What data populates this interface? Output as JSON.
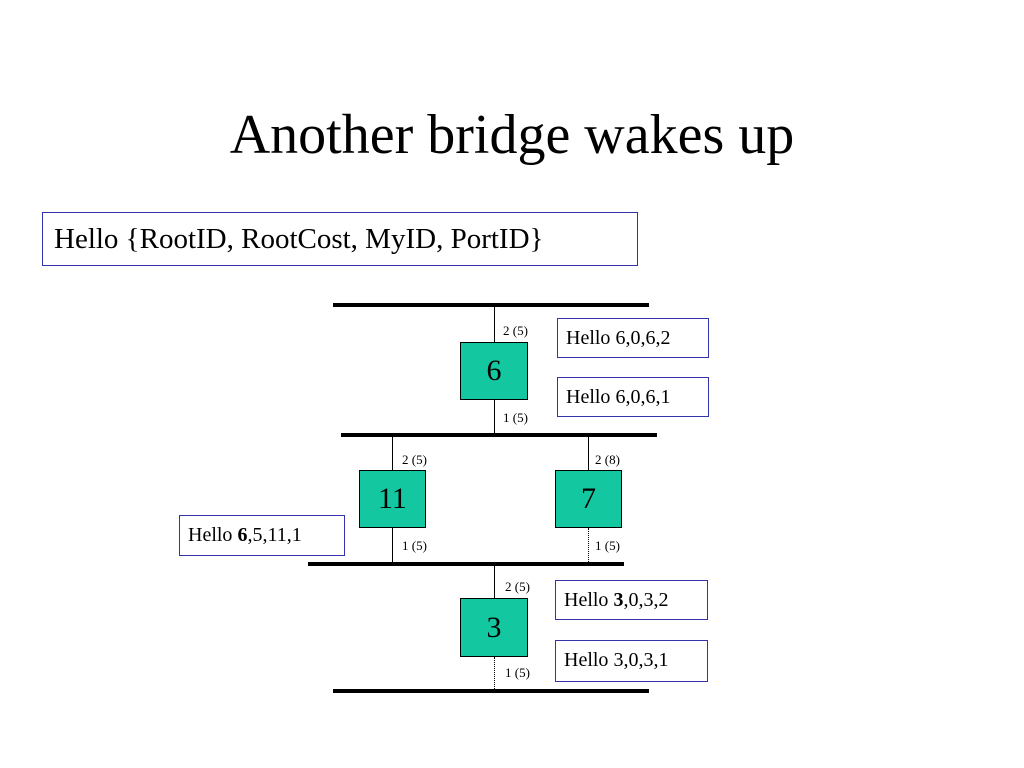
{
  "title": "Another bridge wakes up",
  "legend": "Hello {RootID, RootCost, MyID, PortID}",
  "colors": {
    "bridge_fill": "#13c8a0",
    "box_border": "#3333aa"
  },
  "bridges": [
    {
      "id": "6",
      "ports": {
        "top": "2 (5)",
        "bottom": "1 (5)"
      }
    },
    {
      "id": "11",
      "ports": {
        "top": "2 (5)",
        "bottom": "1 (5)"
      }
    },
    {
      "id": "7",
      "ports": {
        "top": "2 (8)",
        "bottom": "1 (5)"
      }
    },
    {
      "id": "3",
      "ports": {
        "top": "2 (5)",
        "bottom": "1 (5)"
      }
    }
  ],
  "messages": {
    "b6_p2": {
      "prefix": "Hello ",
      "bold": "",
      "rest": "6,0,6,2"
    },
    "b6_p1": {
      "prefix": "Hello ",
      "bold": "",
      "rest": "6,0,6,1"
    },
    "b11_p1": {
      "prefix": "Hello ",
      "bold": "6",
      "rest": ",5,11,1"
    },
    "b3_p2": {
      "prefix": "Hello ",
      "bold": "3",
      "rest": ",0,3,2"
    },
    "b3_p1": {
      "prefix": "Hello ",
      "bold": "",
      "rest": "3,0,3,1"
    }
  }
}
